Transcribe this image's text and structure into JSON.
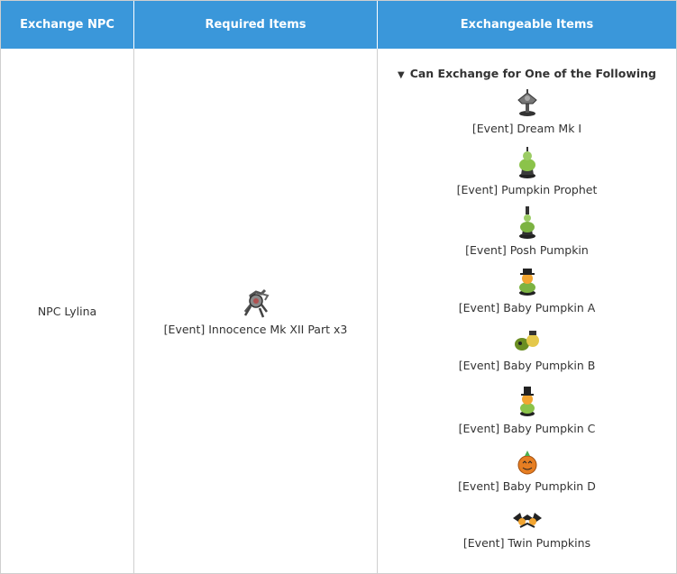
{
  "headers": {
    "npc": "Exchange NPC",
    "required": "Required Items",
    "exchangeable": "Exchangeable Items"
  },
  "row": {
    "npc": "NPC Lylina",
    "required": {
      "icon": "innocence-part-icon",
      "label": "[Event] Innocence Mk XII Part x3"
    },
    "exchange_heading": "Can Exchange for One of the Following",
    "items": [
      {
        "icon": "dream-mk-icon",
        "label": "[Event] Dream Mk I"
      },
      {
        "icon": "pumpkin-prophet-icon",
        "label": "[Event] Pumpkin Prophet"
      },
      {
        "icon": "posh-pumpkin-icon",
        "label": "[Event] Posh Pumpkin"
      },
      {
        "icon": "baby-pumpkin-a-icon",
        "label": "[Event] Baby Pumpkin A"
      },
      {
        "icon": "baby-pumpkin-b-icon",
        "label": "[Event] Baby Pumpkin B"
      },
      {
        "icon": "baby-pumpkin-c-icon",
        "label": "[Event] Baby Pumpkin C"
      },
      {
        "icon": "baby-pumpkin-d-icon",
        "label": "[Event] Baby Pumpkin D"
      },
      {
        "icon": "twin-pumpkins-icon",
        "label": "[Event] Twin Pumpkins"
      }
    ]
  },
  "colors": {
    "header_bg": "#3a97da",
    "header_text": "#ffffff",
    "border": "#cfcfcf",
    "text": "#333333"
  }
}
